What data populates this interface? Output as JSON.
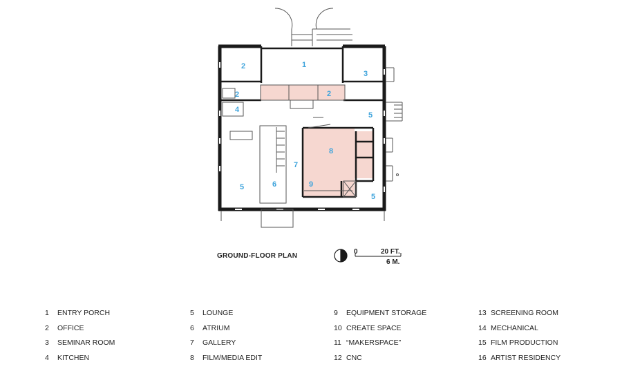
{
  "plan": {
    "caption": "GROUND-FLOOR PLAN",
    "scale_zero": "0",
    "scale_ft": "20 FT.",
    "scale_m": "6 M.",
    "colors": {
      "walls": "#1a1a1a",
      "room_numbers": "#3fa4dc",
      "highlight": "#f6d7d0"
    },
    "room_labels": [
      "1",
      "2",
      "3",
      "2",
      "2",
      "4",
      "5",
      "8",
      "7",
      "5",
      "6",
      "9",
      "5"
    ]
  },
  "legend": {
    "columns": [
      [
        {
          "num": "1",
          "label": "ENTRY PORCH"
        },
        {
          "num": "2",
          "label": "OFFICE"
        },
        {
          "num": "3",
          "label": "SEMINAR ROOM"
        },
        {
          "num": "4",
          "label": "KITCHEN"
        }
      ],
      [
        {
          "num": "5",
          "label": "LOUNGE"
        },
        {
          "num": "6",
          "label": "ATRIUM"
        },
        {
          "num": "7",
          "label": "GALLERY"
        },
        {
          "num": "8",
          "label": "FILM/MEDIA EDIT"
        }
      ],
      [
        {
          "num": "9",
          "label": "EQUIPMENT STORAGE"
        },
        {
          "num": "10",
          "label": "CREATE SPACE"
        },
        {
          "num": "11",
          "label": "“MAKERSPACE”"
        },
        {
          "num": "12",
          "label": "CNC"
        }
      ],
      [
        {
          "num": "13",
          "label": "SCREENING ROOM"
        },
        {
          "num": "14",
          "label": "MECHANICAL"
        },
        {
          "num": "15",
          "label": "FILM PRODUCTION"
        },
        {
          "num": "16",
          "label": "ARTIST RESIDENCY"
        }
      ]
    ]
  }
}
